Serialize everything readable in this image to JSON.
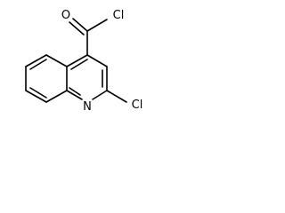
{
  "molecule": {
    "atom_labels": {
      "carbonyl_oxygen": "O",
      "acyl_chlorine": "Cl",
      "ring_nitrogen": "N",
      "ring_chlorine": "Cl"
    },
    "colors": {
      "bond": "#000000",
      "label": "#000000",
      "background": "#ffffff"
    }
  }
}
